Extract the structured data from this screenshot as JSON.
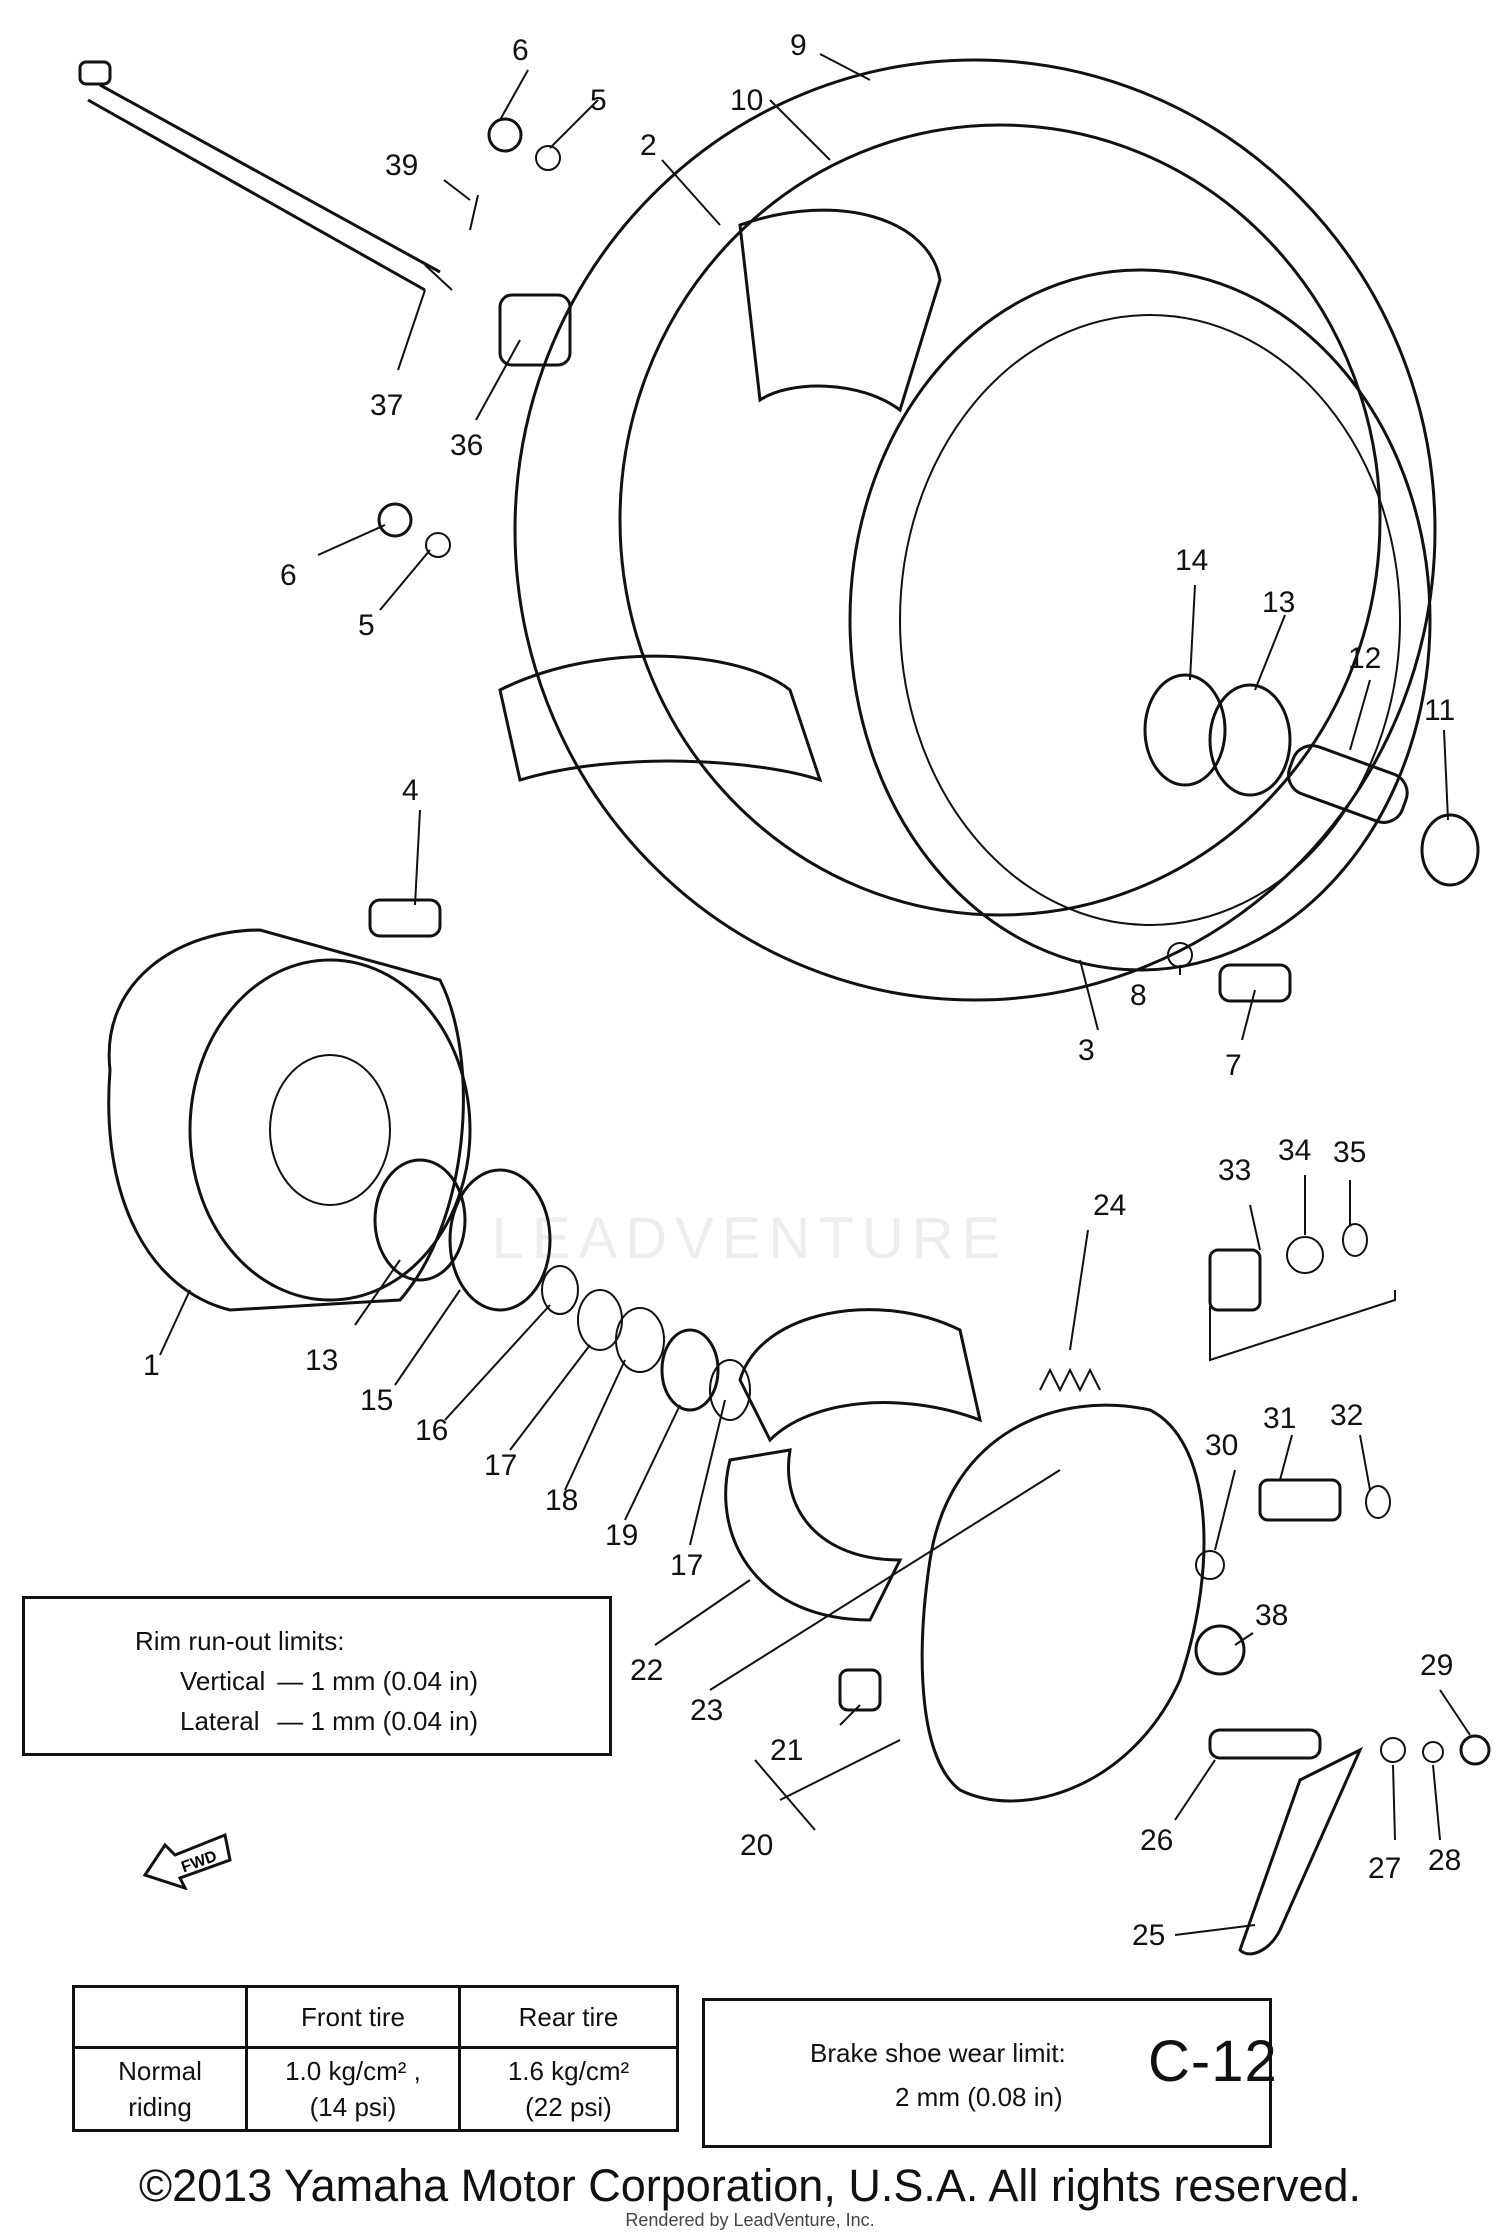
{
  "diagram": {
    "page_code": "C-12",
    "callouts": [
      "1",
      "2",
      "3",
      "4",
      "5",
      "5",
      "6",
      "6",
      "7",
      "8",
      "9",
      "10",
      "11",
      "12",
      "13",
      "13",
      "14",
      "15",
      "16",
      "17",
      "17",
      "18",
      "19",
      "20",
      "21",
      "22",
      "23",
      "24",
      "25",
      "26",
      "27",
      "28",
      "29",
      "30",
      "31",
      "32",
      "33",
      "34",
      "35",
      "36",
      "37",
      "38",
      "39"
    ],
    "fwd_label": "FWD"
  },
  "rim_runout": {
    "title": "Rim run-out limits:",
    "vertical_label": "Vertical",
    "vertical_value": "— 1 mm (0.04 in)",
    "lateral_label": "Lateral",
    "lateral_value": "— 1 mm (0.04 in)"
  },
  "tire_pressure": {
    "headers": [
      "",
      "Front tire",
      "Rear tire"
    ],
    "row_label_1": "Normal",
    "row_label_2": "riding",
    "front_metric": "1.0 kg/cm² ,",
    "front_imperial": "(14 psi)",
    "rear_metric": "1.6 kg/cm²",
    "rear_imperial": "(22 psi)"
  },
  "brake_shoe": {
    "label": "Brake shoe wear limit:",
    "value": "2 mm (0.08 in)"
  },
  "watermark": "LEADVENTURE",
  "footer": {
    "copyright": "©2013 Yamaha Motor Corporation, U.S.A. All rights reserved.",
    "rendered_by": "Rendered by LeadVenture, Inc."
  }
}
